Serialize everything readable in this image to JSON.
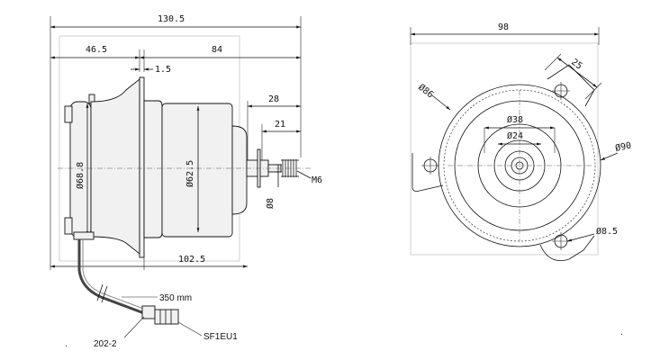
{
  "side_view": {
    "dimensions": {
      "overall_length": "130.5",
      "front_length": "46.5",
      "rear_length": "84",
      "flange_thickness": "1.5",
      "shaft_length": "28",
      "shaft_thread_length": "21",
      "flange_to_shaft": "102.5",
      "front_diameter": "Ø68.8",
      "body_diameter": "Ø62.5",
      "shaft_diameter": "Ø8",
      "thread_size": "M6"
    },
    "cable": {
      "length": "350 mm",
      "connector": "SF1EU1",
      "cable_code": "202-2"
    }
  },
  "front_view": {
    "dimensions": {
      "overall_width": "98",
      "tab_width": "25",
      "bolt_circle": "Ø86",
      "outer_diameter": "Ø90",
      "inner_diameter_1": "Ø38",
      "inner_diameter_2": "Ø24",
      "hole_diameter": "Ø8.5"
    }
  }
}
